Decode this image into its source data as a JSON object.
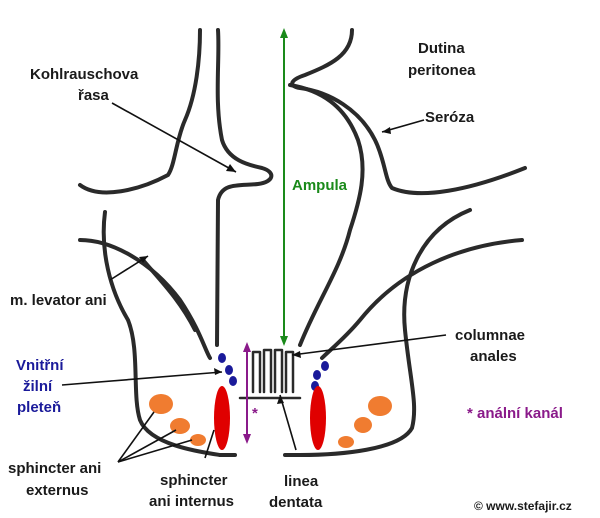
{
  "labels": {
    "kohlrausch_line1": "Kohlrauschova",
    "kohlrausch_line2": "řasa",
    "dutina_line1": "Dutina",
    "dutina_line2": "peritonea",
    "seroza": "Seróza",
    "ampula": "Ampula",
    "levator": "m. levator ani",
    "columnae_line1": "columnae",
    "columnae_line2": "anales",
    "vnitrni_line1": "Vnitřní",
    "vnitrni_line2": "žilní",
    "vnitrni_line3": "pleteň",
    "analni_kanal": "* anální kanál",
    "asterisk": "*",
    "ext_line1": "sphincter ani",
    "ext_line2": "externus",
    "int_line1": "sphincter",
    "int_line2": "ani internus",
    "linea_line1": "linea",
    "linea_line2": "dentata",
    "copyright": "© www.stefajir.cz"
  },
  "colors": {
    "ampula": "#1a8a1a",
    "plexus": "#1a1a9a",
    "anal_canal": "#8a1a8a",
    "internus": "#e00000",
    "externus": "#f07c30",
    "wall": "#2a2a2a"
  }
}
